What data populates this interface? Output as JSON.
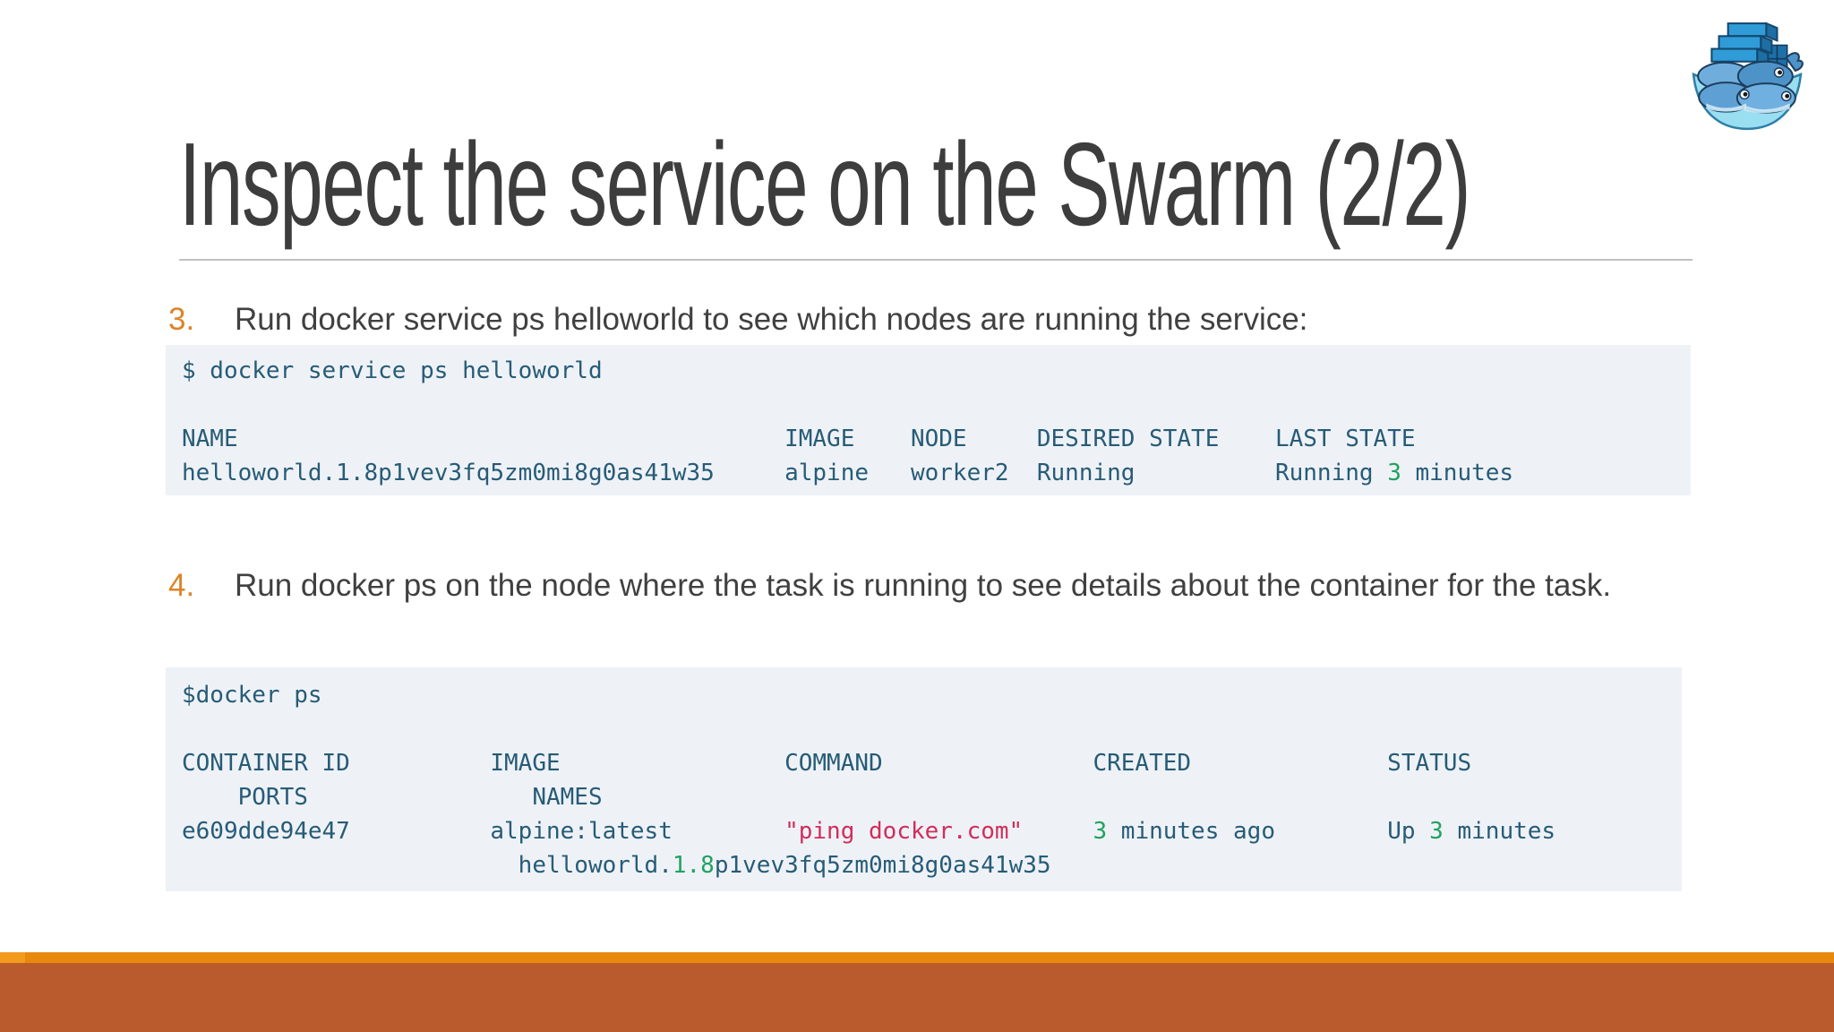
{
  "title": "Inspect the service on the Swarm (2/2)",
  "steps": [
    {
      "number": "3.",
      "text": "Run docker service ps helloworld to see which nodes are running the service:"
    },
    {
      "number": "4.",
      "text": "Run docker ps on the node where the task is running to see details about the container for the task."
    }
  ],
  "terminal1": {
    "command": "$ docker service ps helloworld",
    "header": "NAME                                       IMAGE    NODE     DESIRED STATE    LAST STATE",
    "row_main": "helloworld.1.8p1vev3fq5zm0mi8g0as41w35     alpine   worker2  Running          Running ",
    "row_num": "3",
    "row_tail": " minutes"
  },
  "terminal2": {
    "command": "$docker ps",
    "header_line1": "CONTAINER ID          IMAGE                COMMAND               CREATED              STATUS",
    "header_line2": "    PORTS                NAMES",
    "row1_a": "e609dde94e47          alpine:latest        ",
    "row1_cmd": "\"ping docker.com\"",
    "row1_b": "     ",
    "row1_num1": "3",
    "row1_c": " minutes ago        Up ",
    "row1_num2": "3",
    "row1_d": " minutes",
    "row2_a": "                        helloworld.",
    "row2_num": "1.8",
    "row2_b": "p1vev3fq5zm0mi8g0as41w35"
  },
  "icons": {
    "logo": "docker-swarm-whales-with-containers"
  },
  "colors": {
    "accent_orange": "#E8890E",
    "footer_rust": "#B95B2D",
    "step_number_orange": "#DD8327",
    "code_text": "#275B76",
    "code_bg": "#EEF2F7",
    "code_green": "#21A25F",
    "code_red": "#D22D5B",
    "title_gray": "#3D3D3D"
  }
}
